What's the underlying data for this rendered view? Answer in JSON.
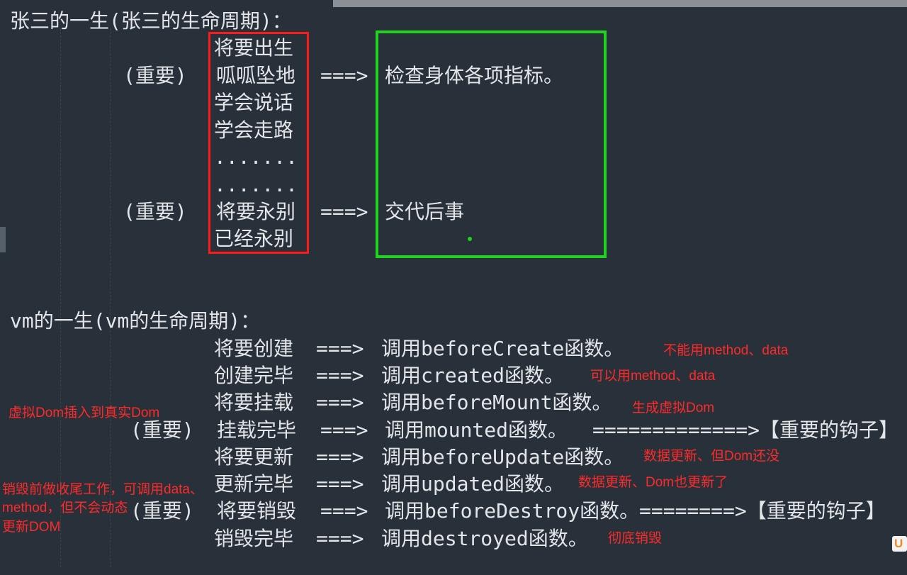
{
  "section1": {
    "title": "张三的一生(张三的生命周期)：",
    "important_label": "(重要)",
    "arrow": "===>",
    "stages": [
      "将要出生",
      "呱呱坠地",
      "学会说话",
      "学会走路",
      ".......",
      ".......",
      "将要永别",
      "已经永别"
    ],
    "actions": [
      "检查身体各项指标。",
      "交代后事"
    ]
  },
  "section2": {
    "title": "vm的一生(vm的生命周期)：",
    "important_label": "(重要)",
    "arrow": "===>",
    "rows": [
      {
        "stage": "将要创建",
        "call": "调用beforeCreate函数。",
        "note": "不能用method、data"
      },
      {
        "stage": "创建完毕",
        "call": "调用created函数。",
        "note": "可以用method、data"
      },
      {
        "stage": "将要挂载",
        "call": "调用beforeMount函数。",
        "note": "生成虚拟Dom"
      },
      {
        "stage": "挂载完毕",
        "call": "调用mounted函数。",
        "extra": "=============>【重要的钩子】"
      },
      {
        "stage": "将要更新",
        "call": "调用beforeUpdate函数。",
        "note": "数据更新、但Dom还没"
      },
      {
        "stage": "更新完毕",
        "call": "调用updated函数。",
        "note": "数据更新、Dom也更新了"
      },
      {
        "stage": "将要销毁",
        "call": "调用beforeDestroy函数。",
        "extra": "========>【重要的钩子】"
      },
      {
        "stage": "销毁完毕",
        "call": "调用destroyed函数。",
        "note": "彻底销毁"
      }
    ],
    "side_notes": {
      "mount": "虚拟Dom插入到真实Dom",
      "destroy": [
        "销毁前做收尾工作，可调用data、",
        "method，但不会动态",
        "更新DOM"
      ]
    }
  },
  "colors": {
    "background": "#283039",
    "text": "#e3e6e8",
    "annotation": "#ff2a2a",
    "red_box": "#ff1a1a",
    "green_box": "#1fd31f"
  },
  "icons": {
    "corner_logo": "app-logo-icon"
  }
}
